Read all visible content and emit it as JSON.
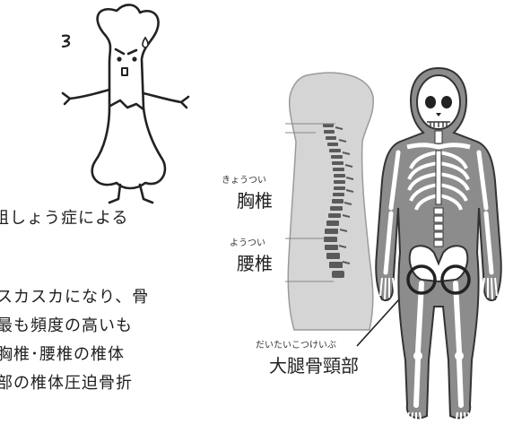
{
  "text": {
    "line1": "粗しょう症による",
    "line2": "スカスカになり、骨",
    "line3": "最も頻度の高いも",
    "line4": "胸椎･腰椎の椎体",
    "line5": "部の椎体圧迫骨折"
  },
  "labels": {
    "thoracic": {
      "ruby": "きょうつい",
      "term": "胸椎"
    },
    "lumbar": {
      "ruby": "ようつい",
      "term": "腰椎"
    },
    "femoral_neck": {
      "ruby": "だいたいこつけいぶ",
      "term": "大腿骨頸部"
    }
  }
}
